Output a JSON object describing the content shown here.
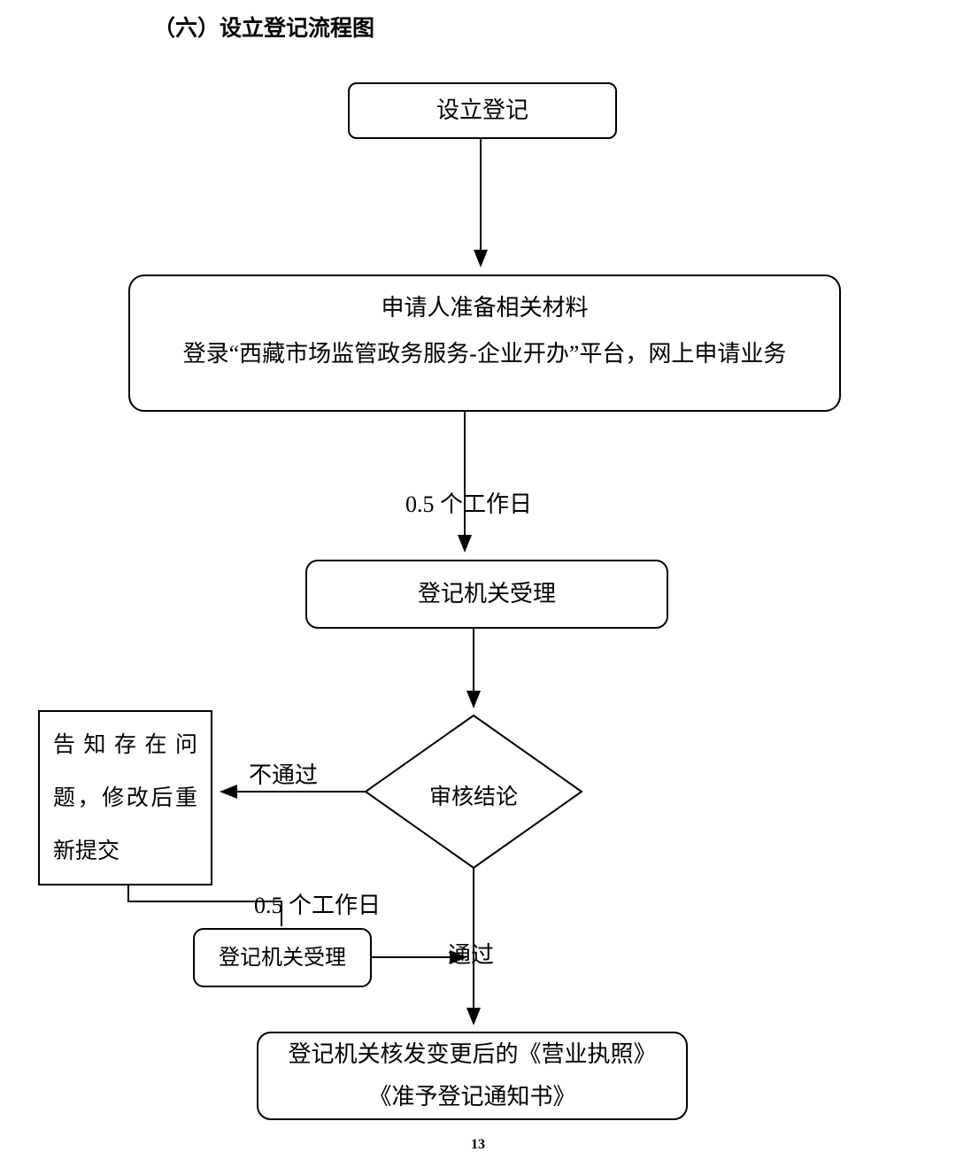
{
  "page": {
    "title": "（六）设立登记流程图",
    "page_number": "13"
  },
  "flowchart": {
    "nodes": {
      "start": {
        "label": "设立登记"
      },
      "prepare": {
        "line1": "申请人准备相关材料",
        "line2": "登录“西藏市场监管政务服务-企业开办”平台，网上申请业务"
      },
      "accept1": {
        "label": "登记机关受理"
      },
      "decision": {
        "label": "审核结论"
      },
      "notify": {
        "label": "告知存在问题，修改后重新提交"
      },
      "accept2": {
        "label": "登记机关受理"
      },
      "issue": {
        "line1": "登记机关核发变更后的《营业执照》",
        "line2": "《准予登记通知书》"
      }
    },
    "edges": {
      "duration1": "0.5 个工作日",
      "fail": "不通过",
      "duration2": "0.5 个工作日",
      "pass": "通过"
    }
  }
}
